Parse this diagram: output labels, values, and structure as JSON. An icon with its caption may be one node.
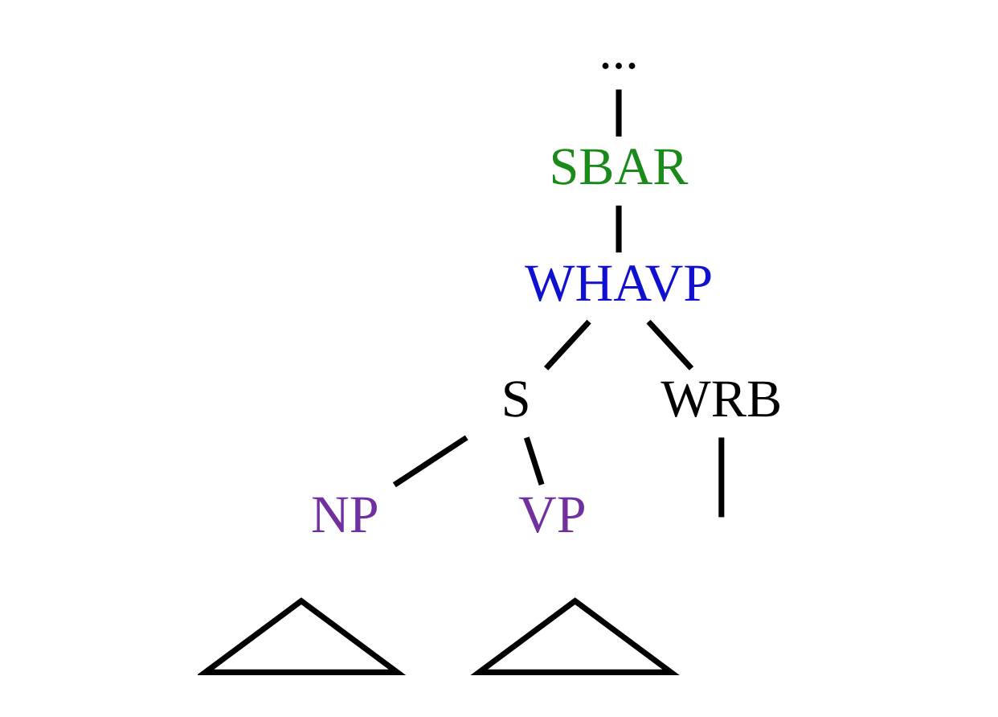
{
  "diagram": {
    "nodes": [
      {
        "text": [
          "..."
        ]
      },
      {
        "text": [
          "SBAR"
        ]
      },
      {
        "text": [
          "WHAVP"
        ]
      },
      {
        "text": [
          "S"
        ]
      },
      {
        "text": [
          "WRB"
        ]
      },
      {
        "text": [
          "NP"
        ]
      },
      {
        "text": [
          "VP"
        ]
      },
      {
        "text": [],
        "shape": "triangle"
      },
      {
        "text": [],
        "shape": "triangle"
      }
    ],
    "edges": [
      {
        "from": 0,
        "to": 1,
        "arrow": "none"
      },
      {
        "from": 1,
        "to": 2,
        "arrow": "none"
      },
      {
        "from": 2,
        "to": 4,
        "arrow": "none"
      },
      {
        "from": 2,
        "to": 3,
        "arrow": "none"
      },
      {
        "from": 3,
        "to": 5,
        "arrow": "none"
      },
      {
        "from": 3,
        "to": 6,
        "arrow": "none"
      },
      {
        "from": 4,
        "to": null,
        "arrow": "none"
      }
    ]
  }
}
